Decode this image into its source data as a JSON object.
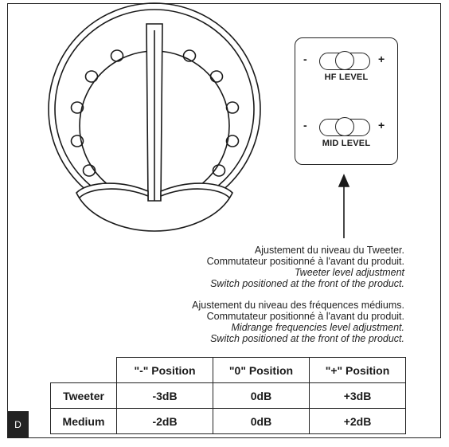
{
  "switches": {
    "hf": {
      "minus": "-",
      "plus": "+",
      "label": "HF LEVEL"
    },
    "mid": {
      "minus": "-",
      "plus": "+",
      "label": "MID LEVEL"
    }
  },
  "descriptions": {
    "tweeter": {
      "fr_line1": "Ajustement du niveau du Tweeter.",
      "fr_line2": "Commutateur positionné à l'avant du produit.",
      "en_line1": "Tweeter level adjustment",
      "en_line2": "Switch positioned at the front of the product."
    },
    "midrange": {
      "fr_line1": "Ajustement du niveau des fréquences médiums.",
      "fr_line2": "Commutateur positionné à l'avant du produit.",
      "en_line1": "Midrange frequencies level adjustment.",
      "en_line2": "Switch positioned at the front of the product."
    }
  },
  "table": {
    "headers": [
      "\"-\" Position",
      "\"0\" Position",
      "\"+\" Position"
    ],
    "rows": [
      {
        "label": "Tweeter",
        "values": [
          "-3dB",
          "0dB",
          "+3dB"
        ]
      },
      {
        "label": "Medium",
        "values": [
          "-2dB",
          "0dB",
          "+2dB"
        ]
      }
    ]
  },
  "page": {
    "letter": "D"
  }
}
